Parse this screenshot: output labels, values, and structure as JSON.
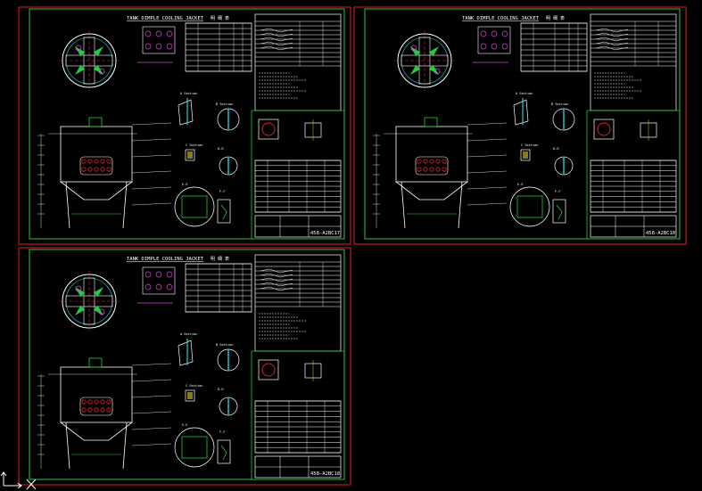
{
  "sheets": [
    {
      "title": "TANK DIMPLE COOLING JACKET",
      "parts_heading": "明 细 表",
      "drawing_no": "458-A2BC17"
    },
    {
      "title": "TANK DIMPLE COOLING JACKET",
      "parts_heading": "明 细 表",
      "drawing_no": "458-A2BC10"
    },
    {
      "title": "TANK DIMPLE COOLING JACKET",
      "parts_heading": "明 细 表",
      "drawing_no": "458-A2BC18"
    }
  ],
  "detail_labels": [
    "A Section",
    "B Section",
    "C Section",
    "D-D",
    "E-E",
    "F-F"
  ],
  "colors": {
    "background": "#000000",
    "border": "#e0202a",
    "frame": "#25c840",
    "lines": "#ffffff",
    "cyan": "#20d0e0",
    "magenta": "#e040e0",
    "yellow": "#e0d020"
  },
  "ucs_icon": "ucs-axis-icon"
}
